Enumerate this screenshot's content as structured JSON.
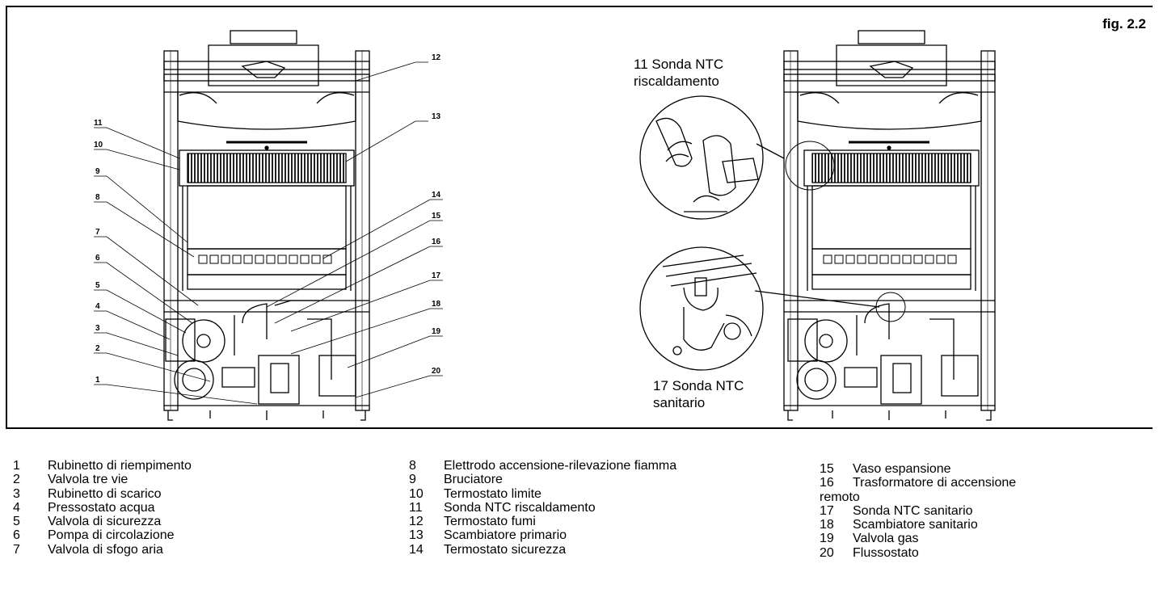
{
  "figure_label": "fig. 2.2",
  "callouts": {
    "ntc_heating": [
      "11 Sonda NTC",
      "riscaldamento"
    ],
    "ntc_dhw": [
      "17 Sonda NTC",
      "sanitario"
    ]
  },
  "diagram_numbers": [
    "1",
    "2",
    "3",
    "4",
    "5",
    "6",
    "7",
    "8",
    "9",
    "10",
    "11",
    "12",
    "13",
    "14",
    "15",
    "16",
    "17",
    "18",
    "19",
    "20"
  ],
  "legend": {
    "col1": [
      {
        "n": "1",
        "t": "Rubinetto di riempimento"
      },
      {
        "n": "2",
        "t": "Valvola tre vie"
      },
      {
        "n": "3",
        "t": "Rubinetto di scarico"
      },
      {
        "n": "4",
        "t": "Pressostato acqua"
      },
      {
        "n": "5",
        "t": "Valvola di sicurezza"
      },
      {
        "n": "6",
        "t": "Pompa di circolazione"
      },
      {
        "n": "7",
        "t": "Valvola di sfogo aria"
      }
    ],
    "col2": [
      {
        "n": "8",
        "t": "Elettrodo accensione-rilevazione fiamma"
      },
      {
        "n": "9",
        "t": "Bruciatore"
      },
      {
        "n": "10",
        "t": "Termostato limite"
      },
      {
        "n": "11",
        "t": "Sonda NTC riscaldamento"
      },
      {
        "n": "12",
        "t": "Termostato fumi"
      },
      {
        "n": "13",
        "t": "Scambiatore primario"
      },
      {
        "n": "14",
        "t": "Termostato sicurezza"
      }
    ],
    "col3": [
      {
        "n": "15",
        "t": "Vaso espansione"
      },
      {
        "n": "16",
        "t": "Trasformatore di accensione"
      },
      {
        "n": "",
        "t": "remoto"
      },
      {
        "n": "17",
        "t": "Sonda NTC sanitario"
      },
      {
        "n": "18",
        "t": "Scambiatore sanitario"
      },
      {
        "n": "19",
        "t": "Valvola gas"
      },
      {
        "n": "20",
        "t": "Flussostato"
      }
    ]
  }
}
